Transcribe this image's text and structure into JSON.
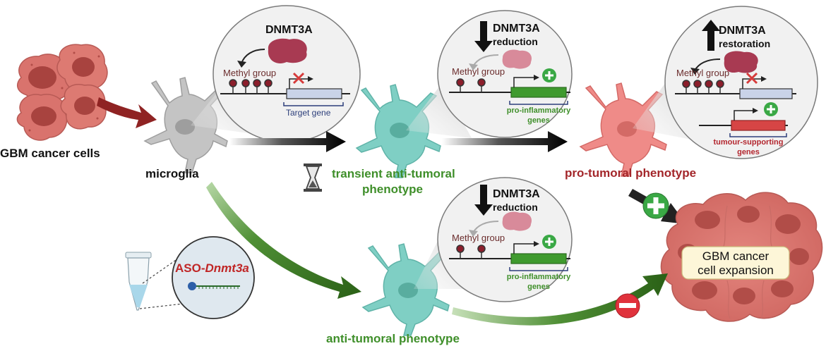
{
  "labels": {
    "gbm_cells": "GBM cancer cells",
    "microglia": "microglia",
    "transient_line1": "transient anti-tumoral",
    "transient_line2": "phenotype",
    "pro_tumoral": "pro-tumoral phenotype",
    "anti_tumoral": "anti-tumoral phenotype",
    "expansion_line1": "GBM cancer",
    "expansion_line2": "cell expansion",
    "aso_prefix": "ASO-",
    "aso_gene": "Dnmt3a"
  },
  "bubbles": {
    "b1": {
      "enzyme": "DNMT3A",
      "methyl": "Methyl group",
      "gene": "Target gene"
    },
    "b2": {
      "enzyme": "DNMT3A",
      "change": "reduction",
      "methyl": "Methyl group",
      "gene_line1": "pro-inflammatory",
      "gene_line2": "genes"
    },
    "b3": {
      "enzyme": "DNMT3A",
      "change": "restoration",
      "methyl": "Methyl group",
      "gene_line1": "tumour-supporting",
      "gene_line2": "genes"
    },
    "b4": {
      "enzyme": "DNMT3A",
      "change": "reduction",
      "methyl": "Methyl group",
      "gene_line1": "pro-inflammatory",
      "gene_line2": "genes"
    }
  },
  "colors": {
    "gbm_cell": "#d9736d",
    "gbm_nucleus": "#a8433f",
    "microglia_gray": "#bdbdbd",
    "microglia_teal": "#7fcfc4",
    "microglia_pink": "#ef8b88",
    "dnmt3a": "#a83a52",
    "dnmt3a_faded": "#d88a9a",
    "active_gene": "#3f9a2e",
    "inactive_gene": "#c9d3e8",
    "tumour_gene": "#d64545",
    "green_arrow": "#2f6b1d",
    "red_arrow": "#8f2323",
    "plus_circle": "#3aa845",
    "minus_circle": "#e0323c"
  },
  "icons": [
    "hourglass-icon",
    "tube-icon",
    "plus-icon",
    "minus-icon",
    "cross-icon"
  ]
}
